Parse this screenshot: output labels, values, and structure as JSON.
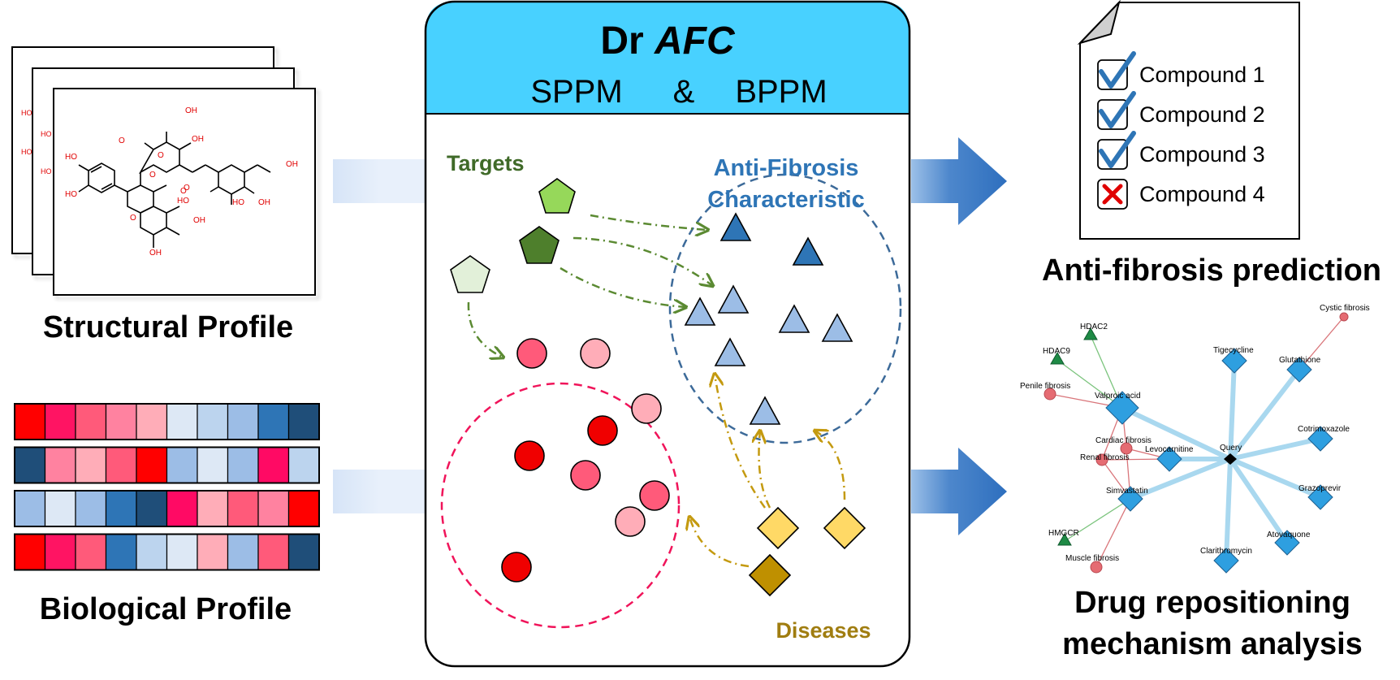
{
  "colors": {
    "cyan_header": "#48d1ff",
    "arrow_blue": "#3a78c4",
    "targets_green": "#3f6a28",
    "anti_fibrosis_blue": "#2e75b6",
    "diseases_gold": "#a07d10",
    "red_circle": "#f00000",
    "pink_dash": "#f0145a",
    "blue_dash": "#3c6a99"
  },
  "left": {
    "structural_title": "Structural Profile",
    "biological_title": "Biological Profile",
    "molecule_labels": [
      "HO",
      "HO",
      "HO",
      "HO",
      "O",
      "O",
      "OH",
      "OH",
      "O",
      "O",
      "OH",
      "HO",
      "HO",
      "O",
      "O",
      "HO",
      "OH",
      "OH",
      "HO",
      "OH"
    ],
    "heatmap_colors": [
      [
        "#ff0000",
        "#ff1463",
        "#ff5a7a",
        "#ff82a0",
        "#ffadb8",
        "#dde8f5",
        "#bcd4ee",
        "#9cbde6",
        "#2e75b6",
        "#1f4e79"
      ],
      [
        "#1f4e79",
        "#ff82a0",
        "#ffadb8",
        "#ff5a7a",
        "#ff0000",
        "#9cbde6",
        "#dde8f5",
        "#9cbde6",
        "#ff0a64",
        "#bcd4ee"
      ],
      [
        "#9cbde6",
        "#dde8f5",
        "#9cbde6",
        "#2e75b6",
        "#1f4e79",
        "#ff0a64",
        "#ffadb8",
        "#ff5a7a",
        "#ff82a0",
        "#ff0000"
      ],
      [
        "#ff0000",
        "#ff1463",
        "#ff5a7a",
        "#2e75b6",
        "#bcd4ee",
        "#dde8f5",
        "#ffadb8",
        "#9cbde6",
        "#ff5a7a",
        "#1f4e79"
      ]
    ]
  },
  "center": {
    "title_prefix": "Dr ",
    "title_italic": "AFC",
    "subtitle_left": "SPPM",
    "subtitle_amp": "&",
    "subtitle_right": "BPPM",
    "targets_label": "Targets",
    "anti_fibrosis_line1": "Anti-Fibrosis",
    "anti_fibrosis_line2": "Characteristic",
    "diseases_label": "Diseases"
  },
  "right": {
    "compounds": [
      {
        "label": "Compound 1",
        "status": "check"
      },
      {
        "label": "Compound 2",
        "status": "check"
      },
      {
        "label": "Compound 3",
        "status": "check"
      },
      {
        "label": "Compound 4",
        "status": "cross"
      }
    ],
    "prediction_title": "Anti-fibrosis prediction",
    "mechanism_title_line1": "Drug repositioning",
    "mechanism_title_line2": "mechanism analysis",
    "network_labels": {
      "hdac2": "HDAC2",
      "hdac9": "HDAC9",
      "penile": "Penile fibrosis",
      "valproic": "Valproic acid",
      "tigecycline": "Tigecycline",
      "glutathione": "Glutathione",
      "cystic": "Cystic fibrosis",
      "cardiac": "Cardiac fibrosis",
      "levocarnitine": "Levocarnitine",
      "query": "Query",
      "renal": "Renal fibrosis",
      "cotrimoxazole": "Cotrimoxazole",
      "simvastatin": "Simvastatin",
      "grazoprevir": "Grazoprevir",
      "hmgcr": "HMGCR",
      "atovaquone": "Atovaquone",
      "muscle": "Muscle fibrosis",
      "clarithromycin": "Clarithromycin"
    }
  }
}
